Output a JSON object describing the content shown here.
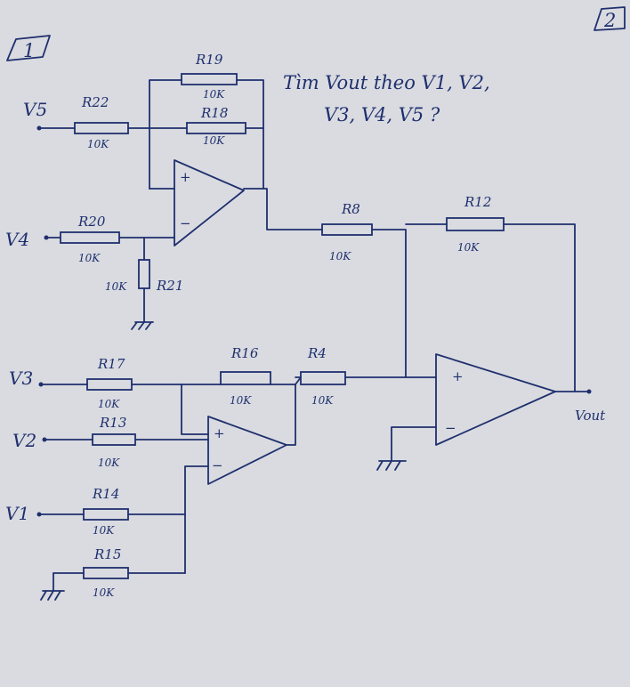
{
  "page_numbers": {
    "first": "1",
    "second": "2"
  },
  "question": {
    "line1": "Tìm Vout theo V1, V2,",
    "line2": "V3, V4, V5 ?"
  },
  "inputs": {
    "v1": "V1",
    "v2": "V2",
    "v3": "V3",
    "v4": "V4",
    "v5": "V5"
  },
  "output": {
    "vout": "Vout"
  },
  "resistors": [
    {
      "name": "R19",
      "value": "10K"
    },
    {
      "name": "R22",
      "value": "10K"
    },
    {
      "name": "R18",
      "value": "10K"
    },
    {
      "name": "R20",
      "value": "10K"
    },
    {
      "name": "R21",
      "value": "10K"
    },
    {
      "name": "R8",
      "value": "10K"
    },
    {
      "name": "R12",
      "value": "10K"
    },
    {
      "name": "R17",
      "value": "10K"
    },
    {
      "name": "R16",
      "value": "10K"
    },
    {
      "name": "R4",
      "value": "10K"
    },
    {
      "name": "R13",
      "value": "10K"
    },
    {
      "name": "R14",
      "value": "10K"
    },
    {
      "name": "R15",
      "value": "10K"
    }
  ],
  "opamp_signs": {
    "plus": "+",
    "minus": "−"
  }
}
